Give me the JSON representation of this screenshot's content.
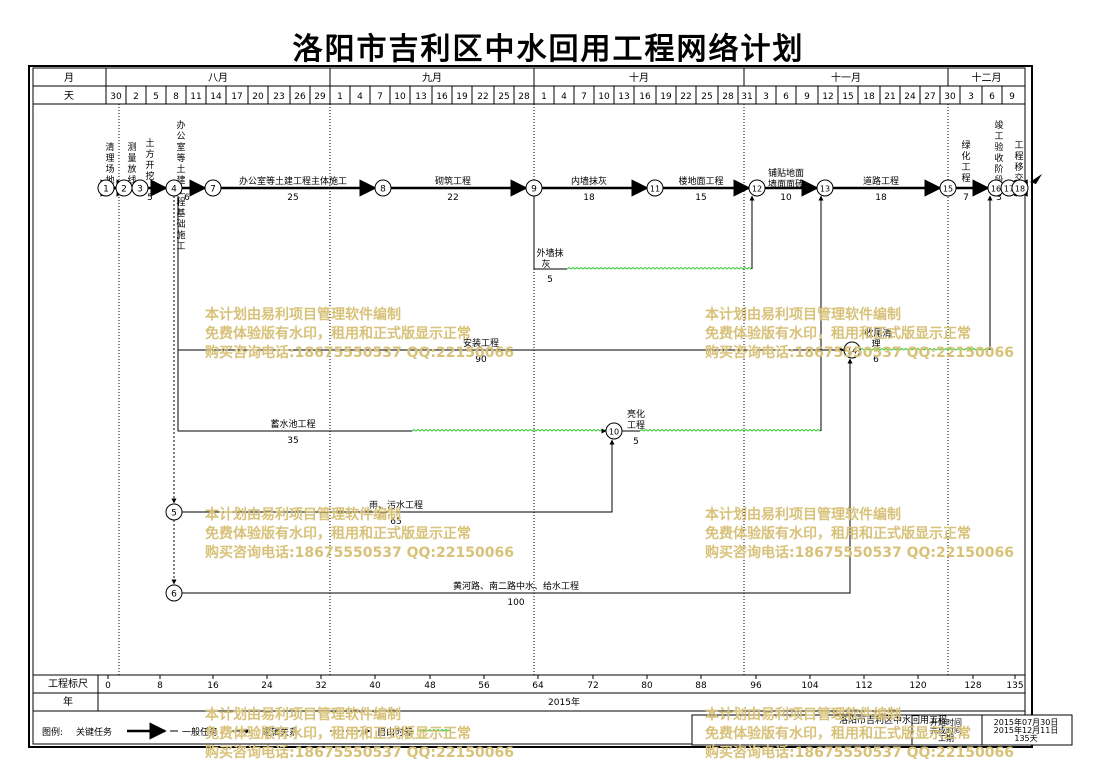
{
  "title": "洛阳市吉利区中水回用工程网络计划",
  "header": {
    "month_label": "月",
    "day_label": "天",
    "months": [
      "八月",
      "九月",
      "十月",
      "十一月",
      "十二月"
    ],
    "days": [
      "30",
      "2",
      "5",
      "8",
      "11",
      "14",
      "17",
      "20",
      "23",
      "26",
      "29",
      "1",
      "4",
      "7",
      "10",
      "13",
      "16",
      "19",
      "22",
      "25",
      "28",
      "1",
      "4",
      "7",
      "10",
      "13",
      "16",
      "19",
      "22",
      "25",
      "28",
      "31",
      "3",
      "6",
      "9",
      "12",
      "15",
      "18",
      "21",
      "24",
      "27",
      "30",
      "3",
      "6",
      "9"
    ]
  },
  "nodes": [
    "1",
    "2",
    "3",
    "4",
    "5",
    "6",
    "7",
    "8",
    "9",
    "10",
    "11",
    "12",
    "13",
    "14",
    "15",
    "16",
    "17",
    "18"
  ],
  "tasks": [
    {
      "id": "t1",
      "name": "清理场地",
      "duration": ""
    },
    {
      "id": "t2",
      "name": "测量放线",
      "duration": ""
    },
    {
      "id": "t3",
      "name": "土方开挖",
      "duration": "5"
    },
    {
      "id": "t4",
      "name": "办公室等土建工程基础施工",
      "duration": "6"
    },
    {
      "id": "t5",
      "name": "办公室等土建工程主体施工",
      "duration": "25"
    },
    {
      "id": "t6",
      "name": "砌筑工程",
      "duration": "22"
    },
    {
      "id": "t7",
      "name": "内墙抹灰",
      "duration": "18"
    },
    {
      "id": "t8",
      "name": "楼地面工程",
      "duration": "15"
    },
    {
      "id": "t9",
      "name": "铺贴地面墙面面砖",
      "duration": "10"
    },
    {
      "id": "t10",
      "name": "道路工程",
      "duration": "18"
    },
    {
      "id": "t11",
      "name": "绿化工程",
      "duration": "7"
    },
    {
      "id": "t12",
      "name": "竣工验收阶段",
      "duration": "3"
    },
    {
      "id": "t13",
      "name": "工程移交",
      "duration": ""
    },
    {
      "id": "t14",
      "name": "外墙抹灰",
      "duration": "5"
    },
    {
      "id": "t15",
      "name": "安装工程",
      "duration": "90"
    },
    {
      "id": "t16",
      "name": "收尾清理",
      "duration": "6"
    },
    {
      "id": "t17",
      "name": "蓄水池工程",
      "duration": "35"
    },
    {
      "id": "t18",
      "name": "亮化工程",
      "duration": "5"
    },
    {
      "id": "t19",
      "name": "雨、污水工程",
      "duration": "65"
    },
    {
      "id": "t20",
      "name": "黄河路、南二路中水、给水工程",
      "duration": "100"
    }
  ],
  "scale": {
    "label": "工程标尺",
    "ticks": [
      "0",
      "8",
      "16",
      "24",
      "32",
      "40",
      "48",
      "56",
      "64",
      "72",
      "80",
      "88",
      "96",
      "104",
      "112",
      "120",
      "128",
      "135"
    ]
  },
  "year_row": {
    "label": "年",
    "value": "2015年"
  },
  "legend": {
    "label": "图例:",
    "items": [
      "关键任务",
      "一般任务",
      "逻辑关系:",
      "自由时差"
    ]
  },
  "info_table": {
    "project": "洛阳市吉利区中水回用工程",
    "rows": [
      {
        "label": "开始时间",
        "value": "2015年07月30日"
      },
      {
        "label": "完成时间",
        "value": "2015年12月11日"
      },
      {
        "label": "工期",
        "value": "135天"
      }
    ]
  },
  "watermark": [
    "本计划由易利项目管理软件编制",
    "免费体验版有水印，租用和正式版显示正常",
    "购买咨询电话:18675550537 QQ:22150066"
  ],
  "colors": {
    "grid": "#000000",
    "float": "#33cc33",
    "watermark": "#d8c27a"
  }
}
